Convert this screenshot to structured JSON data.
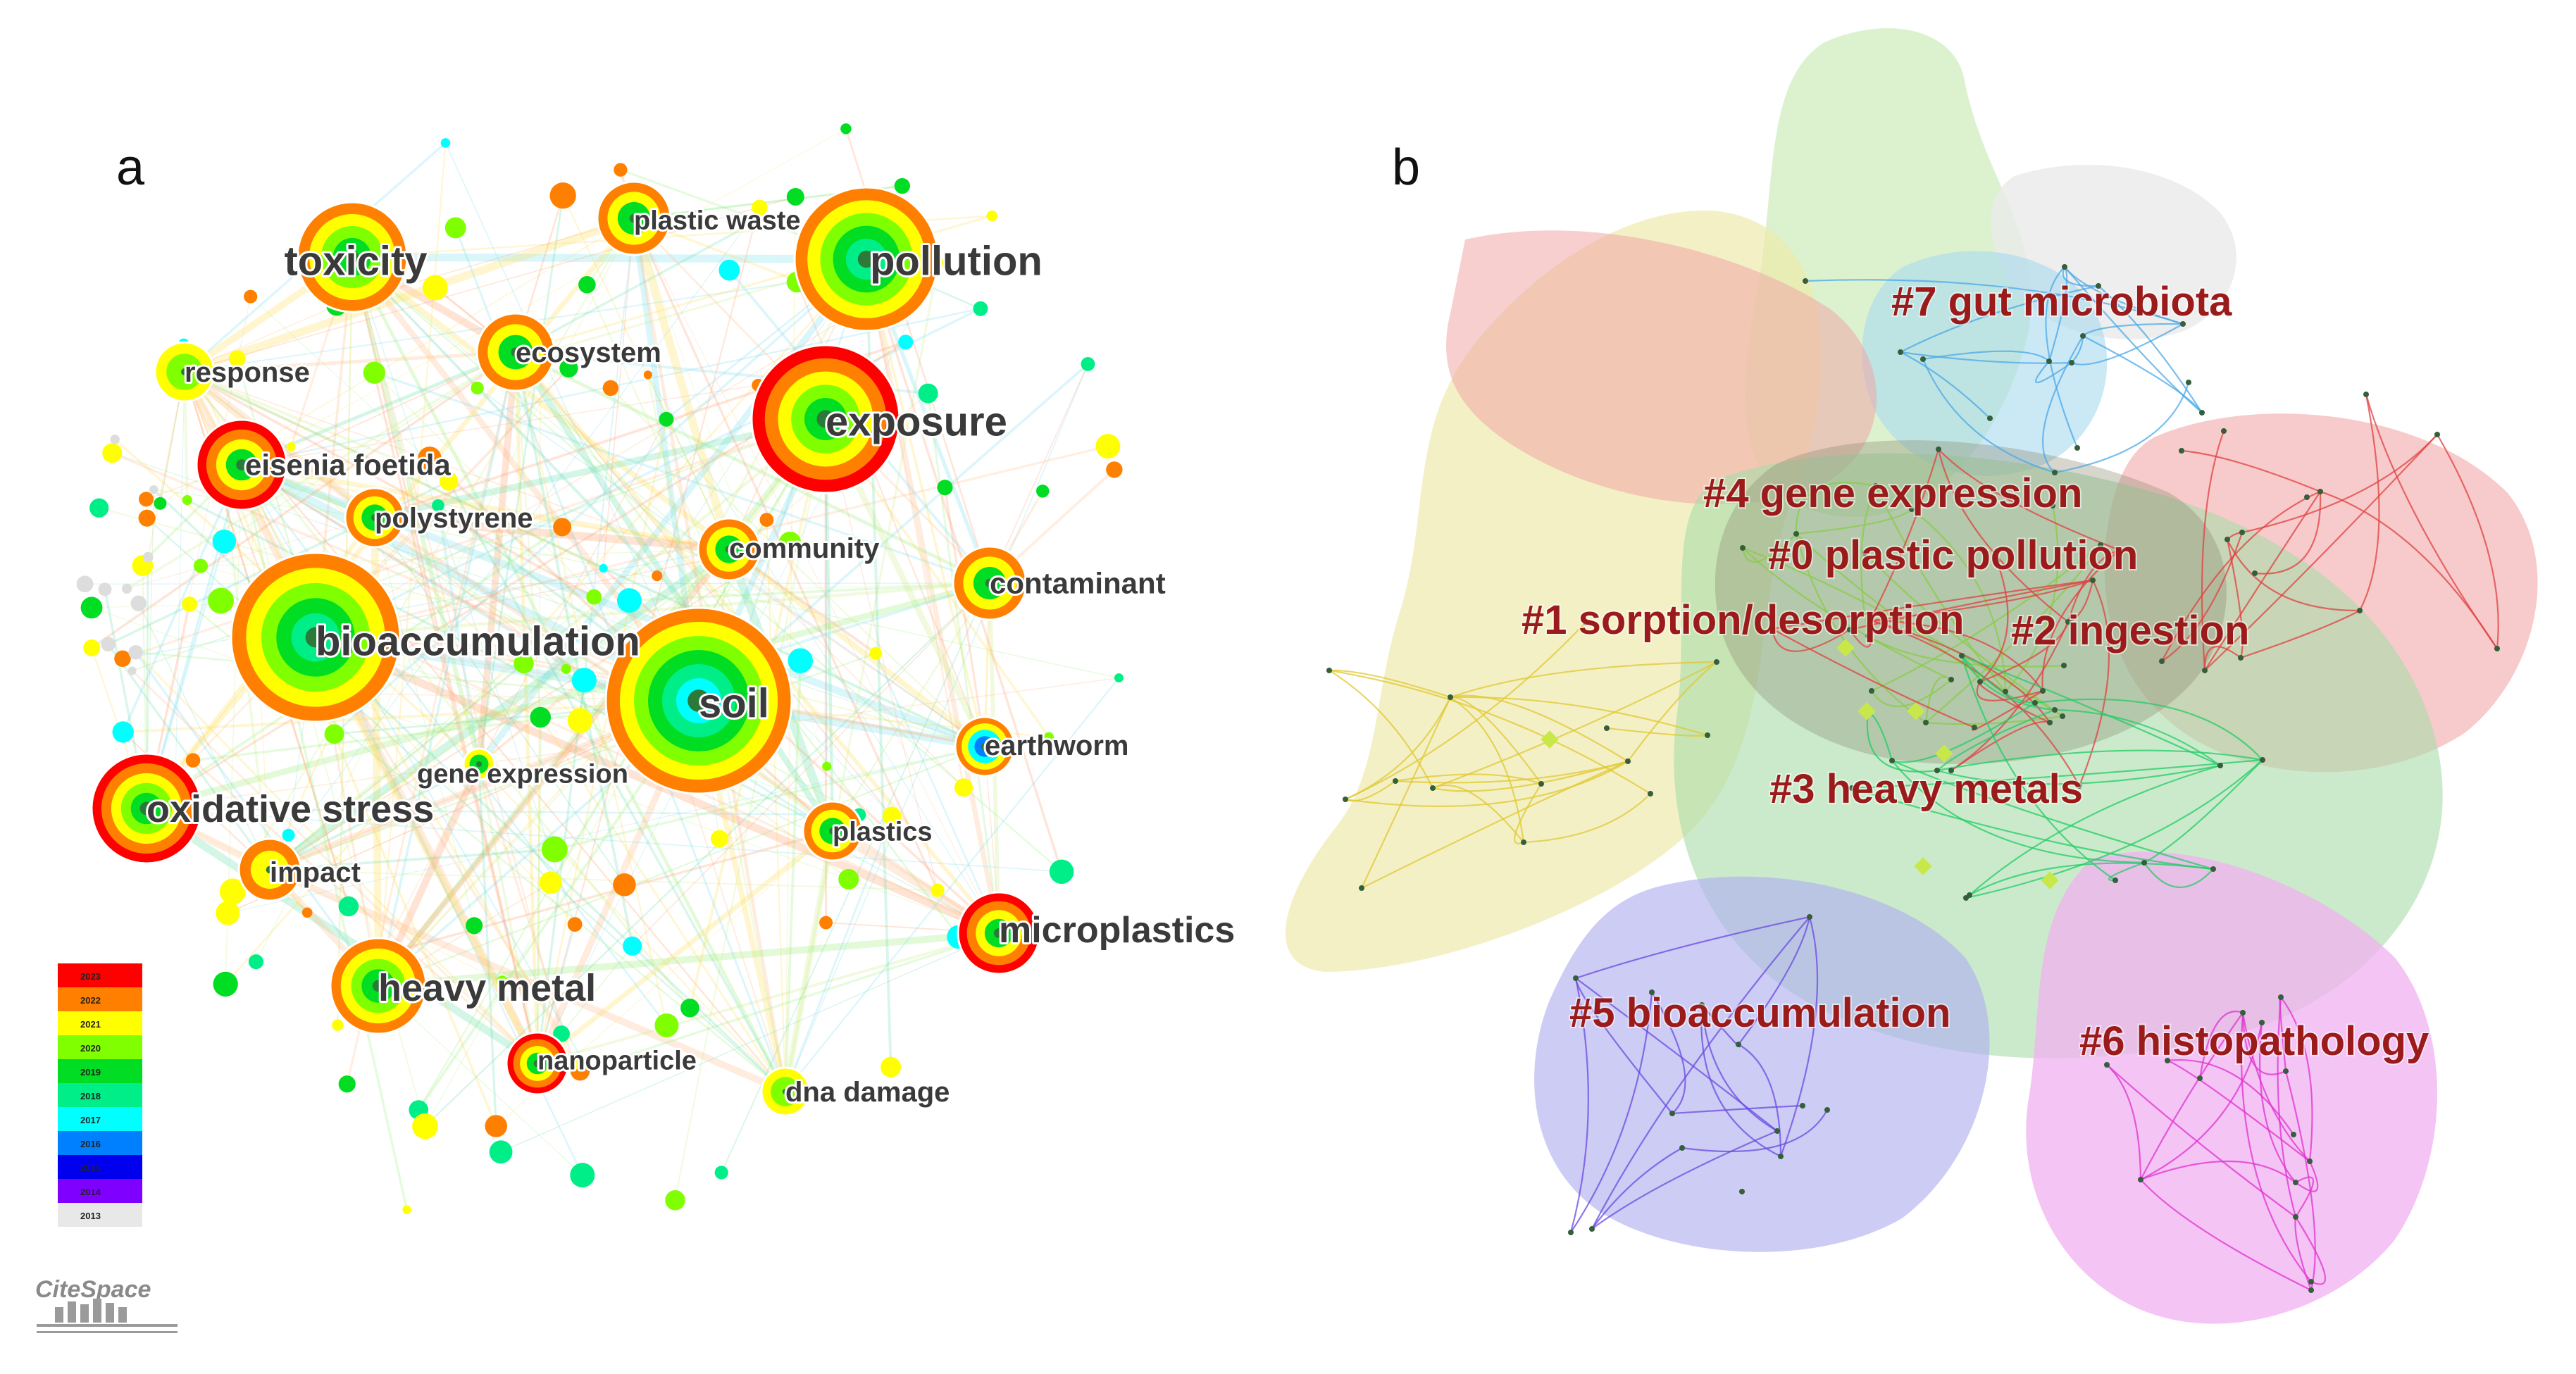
{
  "panels": {
    "a": {
      "label": "a"
    },
    "b": {
      "label": "b"
    }
  },
  "keywords": [
    {
      "text": "toxicity",
      "years": [
        "2022",
        "2021",
        "2020",
        "2019"
      ]
    },
    {
      "text": "plastic waste",
      "years": [
        "2022",
        "2021",
        "2019"
      ]
    },
    {
      "text": "pollution",
      "years": [
        "2022",
        "2021",
        "2020",
        "2019",
        "2018"
      ]
    },
    {
      "text": "response",
      "years": [
        "2021",
        "2020"
      ]
    },
    {
      "text": "ecosystem",
      "years": [
        "2022",
        "2021",
        "2019"
      ]
    },
    {
      "text": "exposure",
      "years": [
        "2023",
        "2022",
        "2021",
        "2020",
        "2019"
      ]
    },
    {
      "text": "eisenia foetida",
      "years": [
        "2023",
        "2022",
        "2021",
        "2019"
      ]
    },
    {
      "text": "polystyrene",
      "years": [
        "2022",
        "2021",
        "2019"
      ]
    },
    {
      "text": "community",
      "years": [
        "2022",
        "2021",
        "2019"
      ]
    },
    {
      "text": "contaminant",
      "years": [
        "2022",
        "2021",
        "2019"
      ]
    },
    {
      "text": "bioaccumulation",
      "years": [
        "2022",
        "2021",
        "2020",
        "2019",
        "2018"
      ]
    },
    {
      "text": "soil",
      "years": [
        "2022",
        "2021",
        "2020",
        "2019",
        "2018",
        "2017"
      ]
    },
    {
      "text": "earthworm",
      "years": [
        "2022",
        "2021",
        "2017",
        "2016"
      ]
    },
    {
      "text": "gene expression",
      "years": [
        "2021",
        "2019"
      ]
    },
    {
      "text": "oxidative stress",
      "years": [
        "2023",
        "2022",
        "2021",
        "2020",
        "2019"
      ]
    },
    {
      "text": "plastics",
      "years": [
        "2022",
        "2021",
        "2019"
      ]
    },
    {
      "text": "impact",
      "years": [
        "2022",
        "2021"
      ]
    },
    {
      "text": "microplastics",
      "years": [
        "2023",
        "2022",
        "2021",
        "2019"
      ]
    },
    {
      "text": "heavy metal",
      "years": [
        "2022",
        "2021",
        "2020",
        "2019"
      ]
    },
    {
      "text": "nanoparticle",
      "years": [
        "2023",
        "2022",
        "2021",
        "2019"
      ]
    },
    {
      "text": "dna damage",
      "years": [
        "2021",
        "2020"
      ]
    }
  ],
  "legend": {
    "years": [
      {
        "year": "2023",
        "color": "#ff0000"
      },
      {
        "year": "2022",
        "color": "#ff8000"
      },
      {
        "year": "2021",
        "color": "#ffff00"
      },
      {
        "year": "2020",
        "color": "#80ff00"
      },
      {
        "year": "2019",
        "color": "#00dd22"
      },
      {
        "year": "2018",
        "color": "#00ee88"
      },
      {
        "year": "2017",
        "color": "#00ffff"
      },
      {
        "year": "2016",
        "color": "#0080ff"
      },
      {
        "year": "2015",
        "color": "#0000ee"
      },
      {
        "year": "2014",
        "color": "#8000ff"
      },
      {
        "year": "2013",
        "color": "#e8e8e8"
      }
    ]
  },
  "logo": {
    "text": "CiteSpace"
  },
  "clusters": [
    {
      "label": "#7 gut microbiota",
      "color": "#4aa8e8"
    },
    {
      "label": "#4 gene expression",
      "color": "#88cc44"
    },
    {
      "label": "#0 plastic pollution",
      "color": "#e04040"
    },
    {
      "label": "#1 sorption/desorption",
      "color": "#e0c830"
    },
    {
      "label": "#2 ingestion",
      "color": "#e04040"
    },
    {
      "label": "#3 heavy metals",
      "color": "#22cc66"
    },
    {
      "label": "#5 bioaccumulation",
      "color": "#6a4ae0"
    },
    {
      "label": "#6 histopathology",
      "color": "#e030d0"
    }
  ]
}
